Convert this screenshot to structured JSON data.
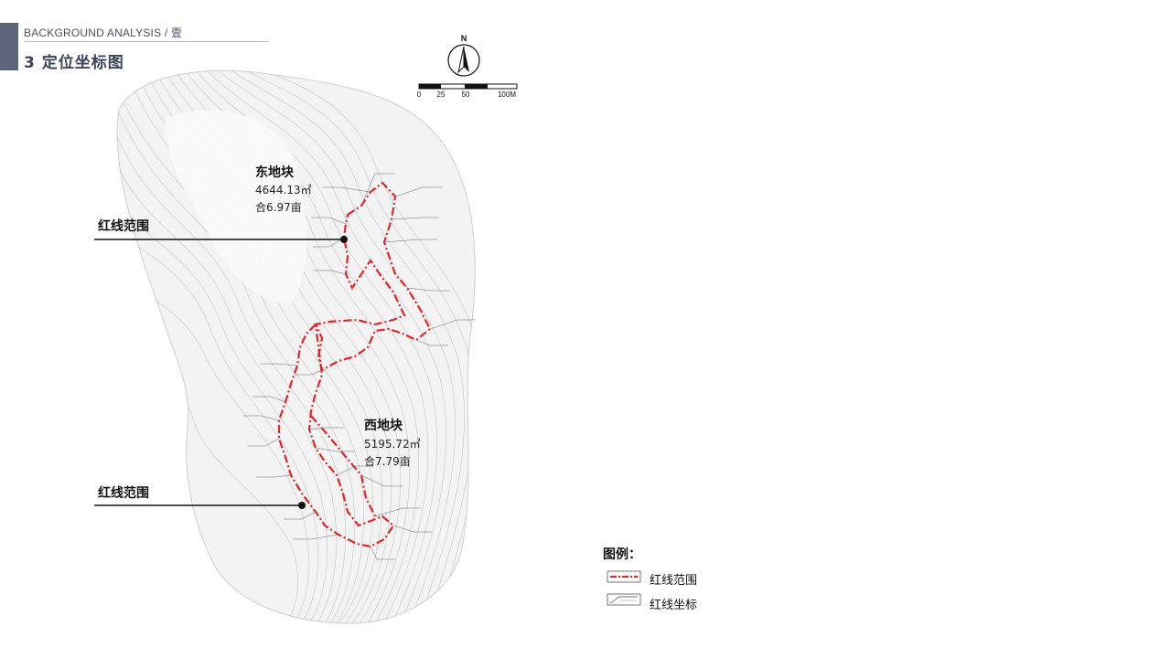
{
  "header": {
    "subtitle": "BACKGROUND ANALYSIS / 壹",
    "title": "3  定位坐标图"
  },
  "compass": {
    "north": "N"
  },
  "scale_bar": {
    "ticks": [
      "0",
      "25",
      "50",
      "100M"
    ]
  },
  "blocks": {
    "east": {
      "name": "东地块",
      "area": "4644.13㎡",
      "mu": "合6.97亩"
    },
    "west": {
      "name": "西地块",
      "area": "5195.72㎡",
      "mu": "合7.79亩"
    }
  },
  "callouts": [
    {
      "label": "红线范围"
    },
    {
      "label": "红线范围"
    }
  ],
  "legend": {
    "title": "图例：",
    "items": [
      {
        "label": "红线范围",
        "icon": "red-dash-line-icon"
      },
      {
        "label": "红线坐标",
        "icon": "coordinate-tag-icon"
      }
    ]
  },
  "colors": {
    "accent": "#5b6478",
    "redline": "#e0262b"
  }
}
